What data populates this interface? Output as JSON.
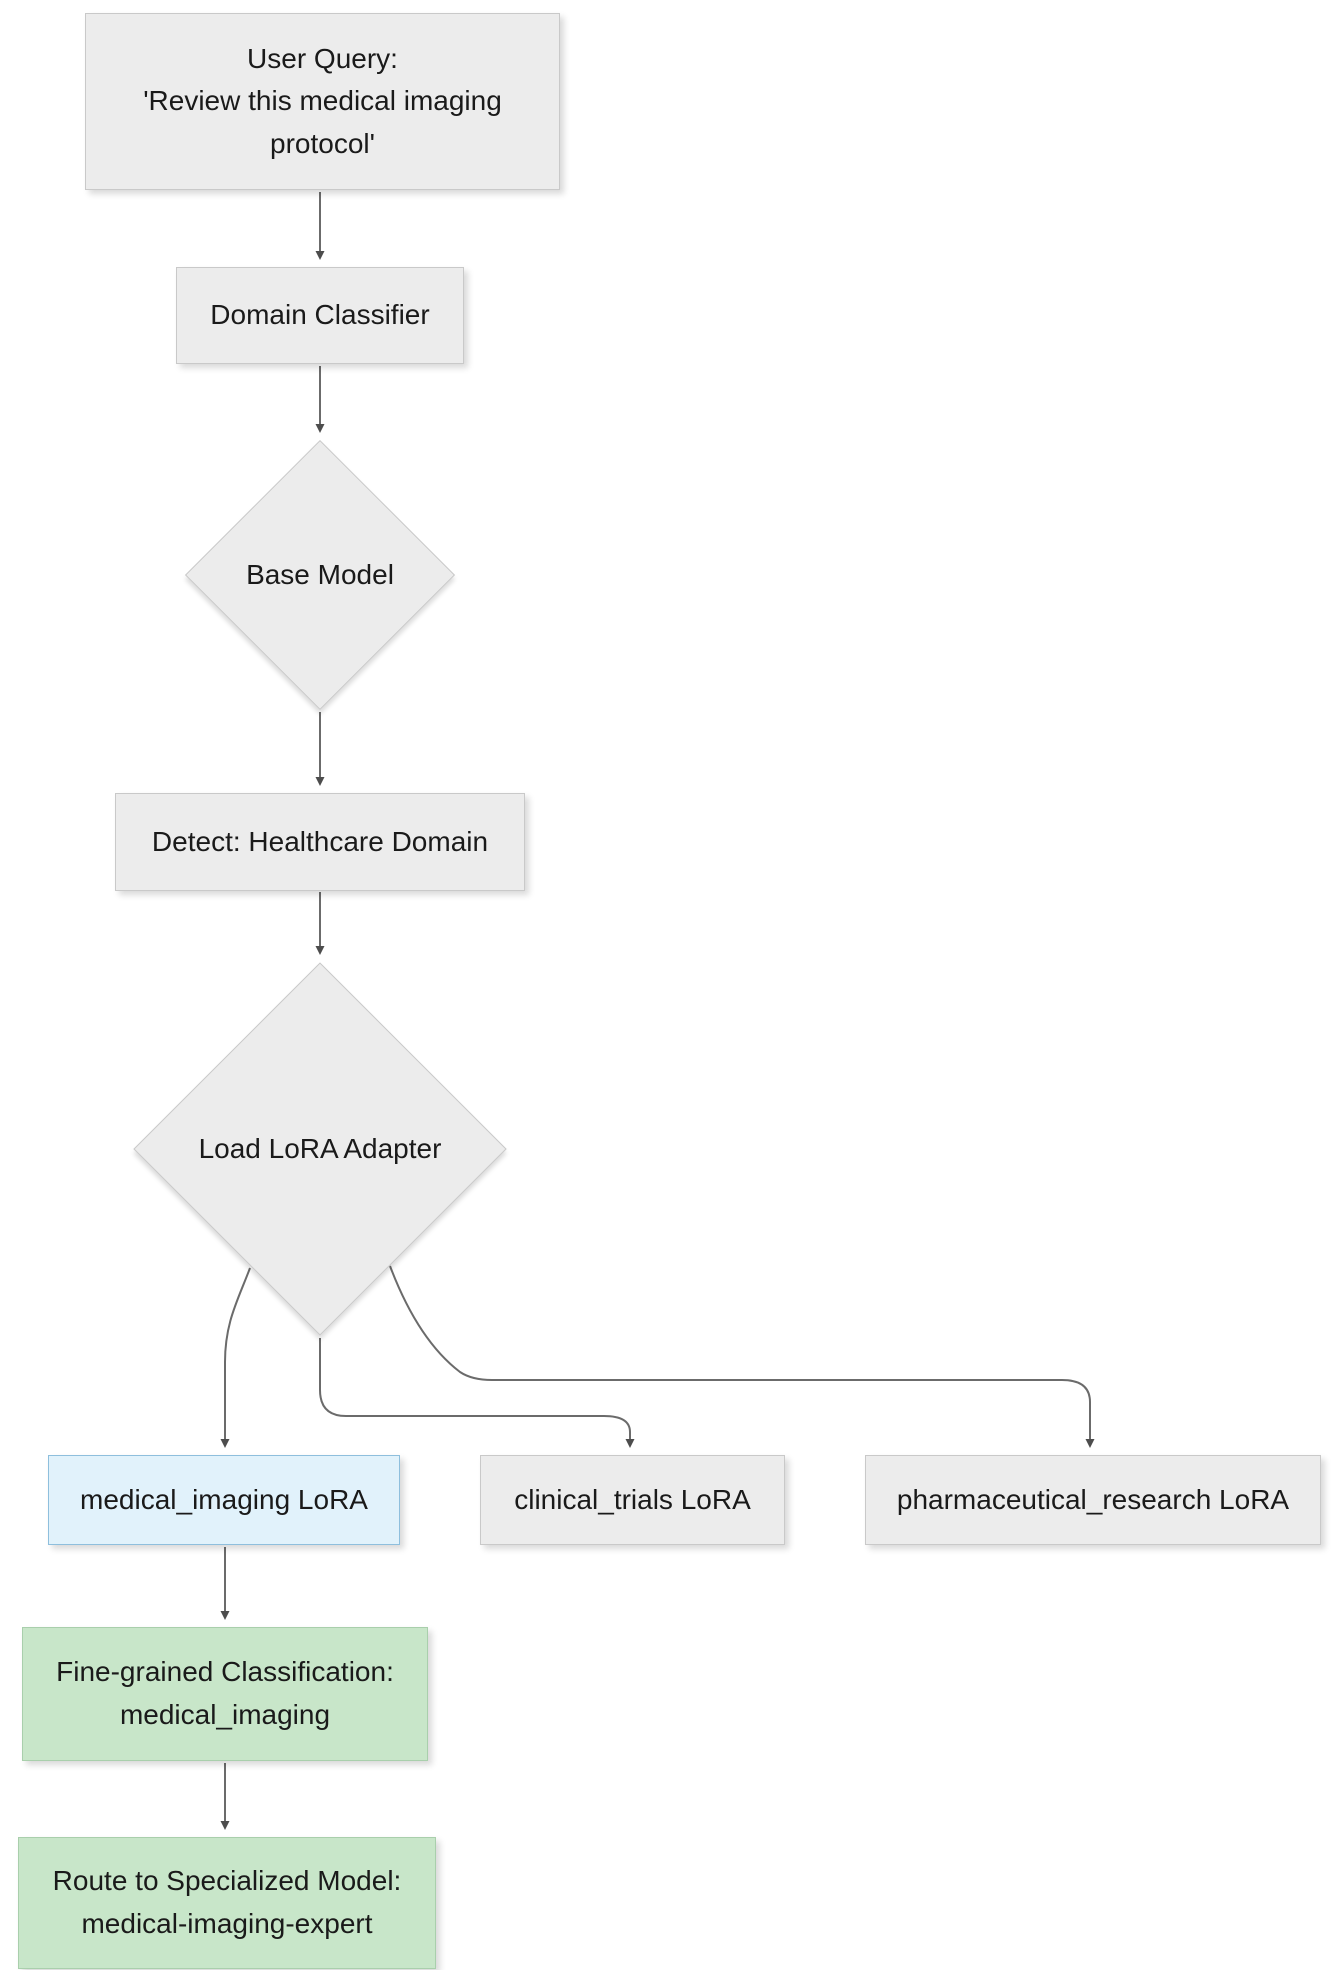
{
  "diagram": {
    "type": "flowchart",
    "direction": "top-down",
    "nodes": {
      "user_query": {
        "shape": "rect",
        "lines": [
          "User Query:",
          "'Review this medical imaging",
          "protocol'"
        ]
      },
      "domain_classifier": {
        "shape": "rect",
        "label": "Domain Classifier"
      },
      "base_model": {
        "shape": "diamond",
        "label": "Base Model"
      },
      "detect_healthcare": {
        "shape": "rect",
        "label": "Detect: Healthcare Domain"
      },
      "load_lora_adapter": {
        "shape": "diamond",
        "label": "Load LoRA Adapter"
      },
      "medical_imaging_lora": {
        "shape": "rect",
        "label": "medical_imaging LoRA",
        "fill": "#e1f2fb",
        "border": "#8ebfdd"
      },
      "clinical_trials_lora": {
        "shape": "rect",
        "label": "clinical_trials LoRA"
      },
      "pharmaceutical_research_lora": {
        "shape": "rect",
        "label": "pharmaceutical_research LoRA"
      },
      "fine_grained_classification": {
        "shape": "rect",
        "lines": [
          "Fine-grained Classification:",
          "medical_imaging"
        ],
        "fill": "#c8e6c9"
      },
      "route_to_model": {
        "shape": "rect",
        "lines": [
          "Route to Specialized Model:",
          "medical-imaging-expert"
        ],
        "fill": "#c8e6c9"
      }
    },
    "edges": [
      {
        "from": "user_query",
        "to": "domain_classifier"
      },
      {
        "from": "domain_classifier",
        "to": "base_model"
      },
      {
        "from": "base_model",
        "to": "detect_healthcare"
      },
      {
        "from": "detect_healthcare",
        "to": "load_lora_adapter"
      },
      {
        "from": "load_lora_adapter",
        "to": "medical_imaging_lora"
      },
      {
        "from": "load_lora_adapter",
        "to": "clinical_trials_lora"
      },
      {
        "from": "load_lora_adapter",
        "to": "pharmaceutical_research_lora"
      },
      {
        "from": "medical_imaging_lora",
        "to": "fine_grained_classification"
      },
      {
        "from": "fine_grained_classification",
        "to": "route_to_model"
      }
    ],
    "colors": {
      "default_fill": "#ececec",
      "default_border": "#c9c9c9",
      "highlight_blue_fill": "#e1f2fb",
      "highlight_blue_border": "#8ebfdd",
      "green_fill": "#c8e6c9",
      "green_border": "#a9cfac",
      "edge_stroke": "#6b6b6b",
      "text": "#1a1a1a",
      "background": "#ffffff"
    }
  }
}
